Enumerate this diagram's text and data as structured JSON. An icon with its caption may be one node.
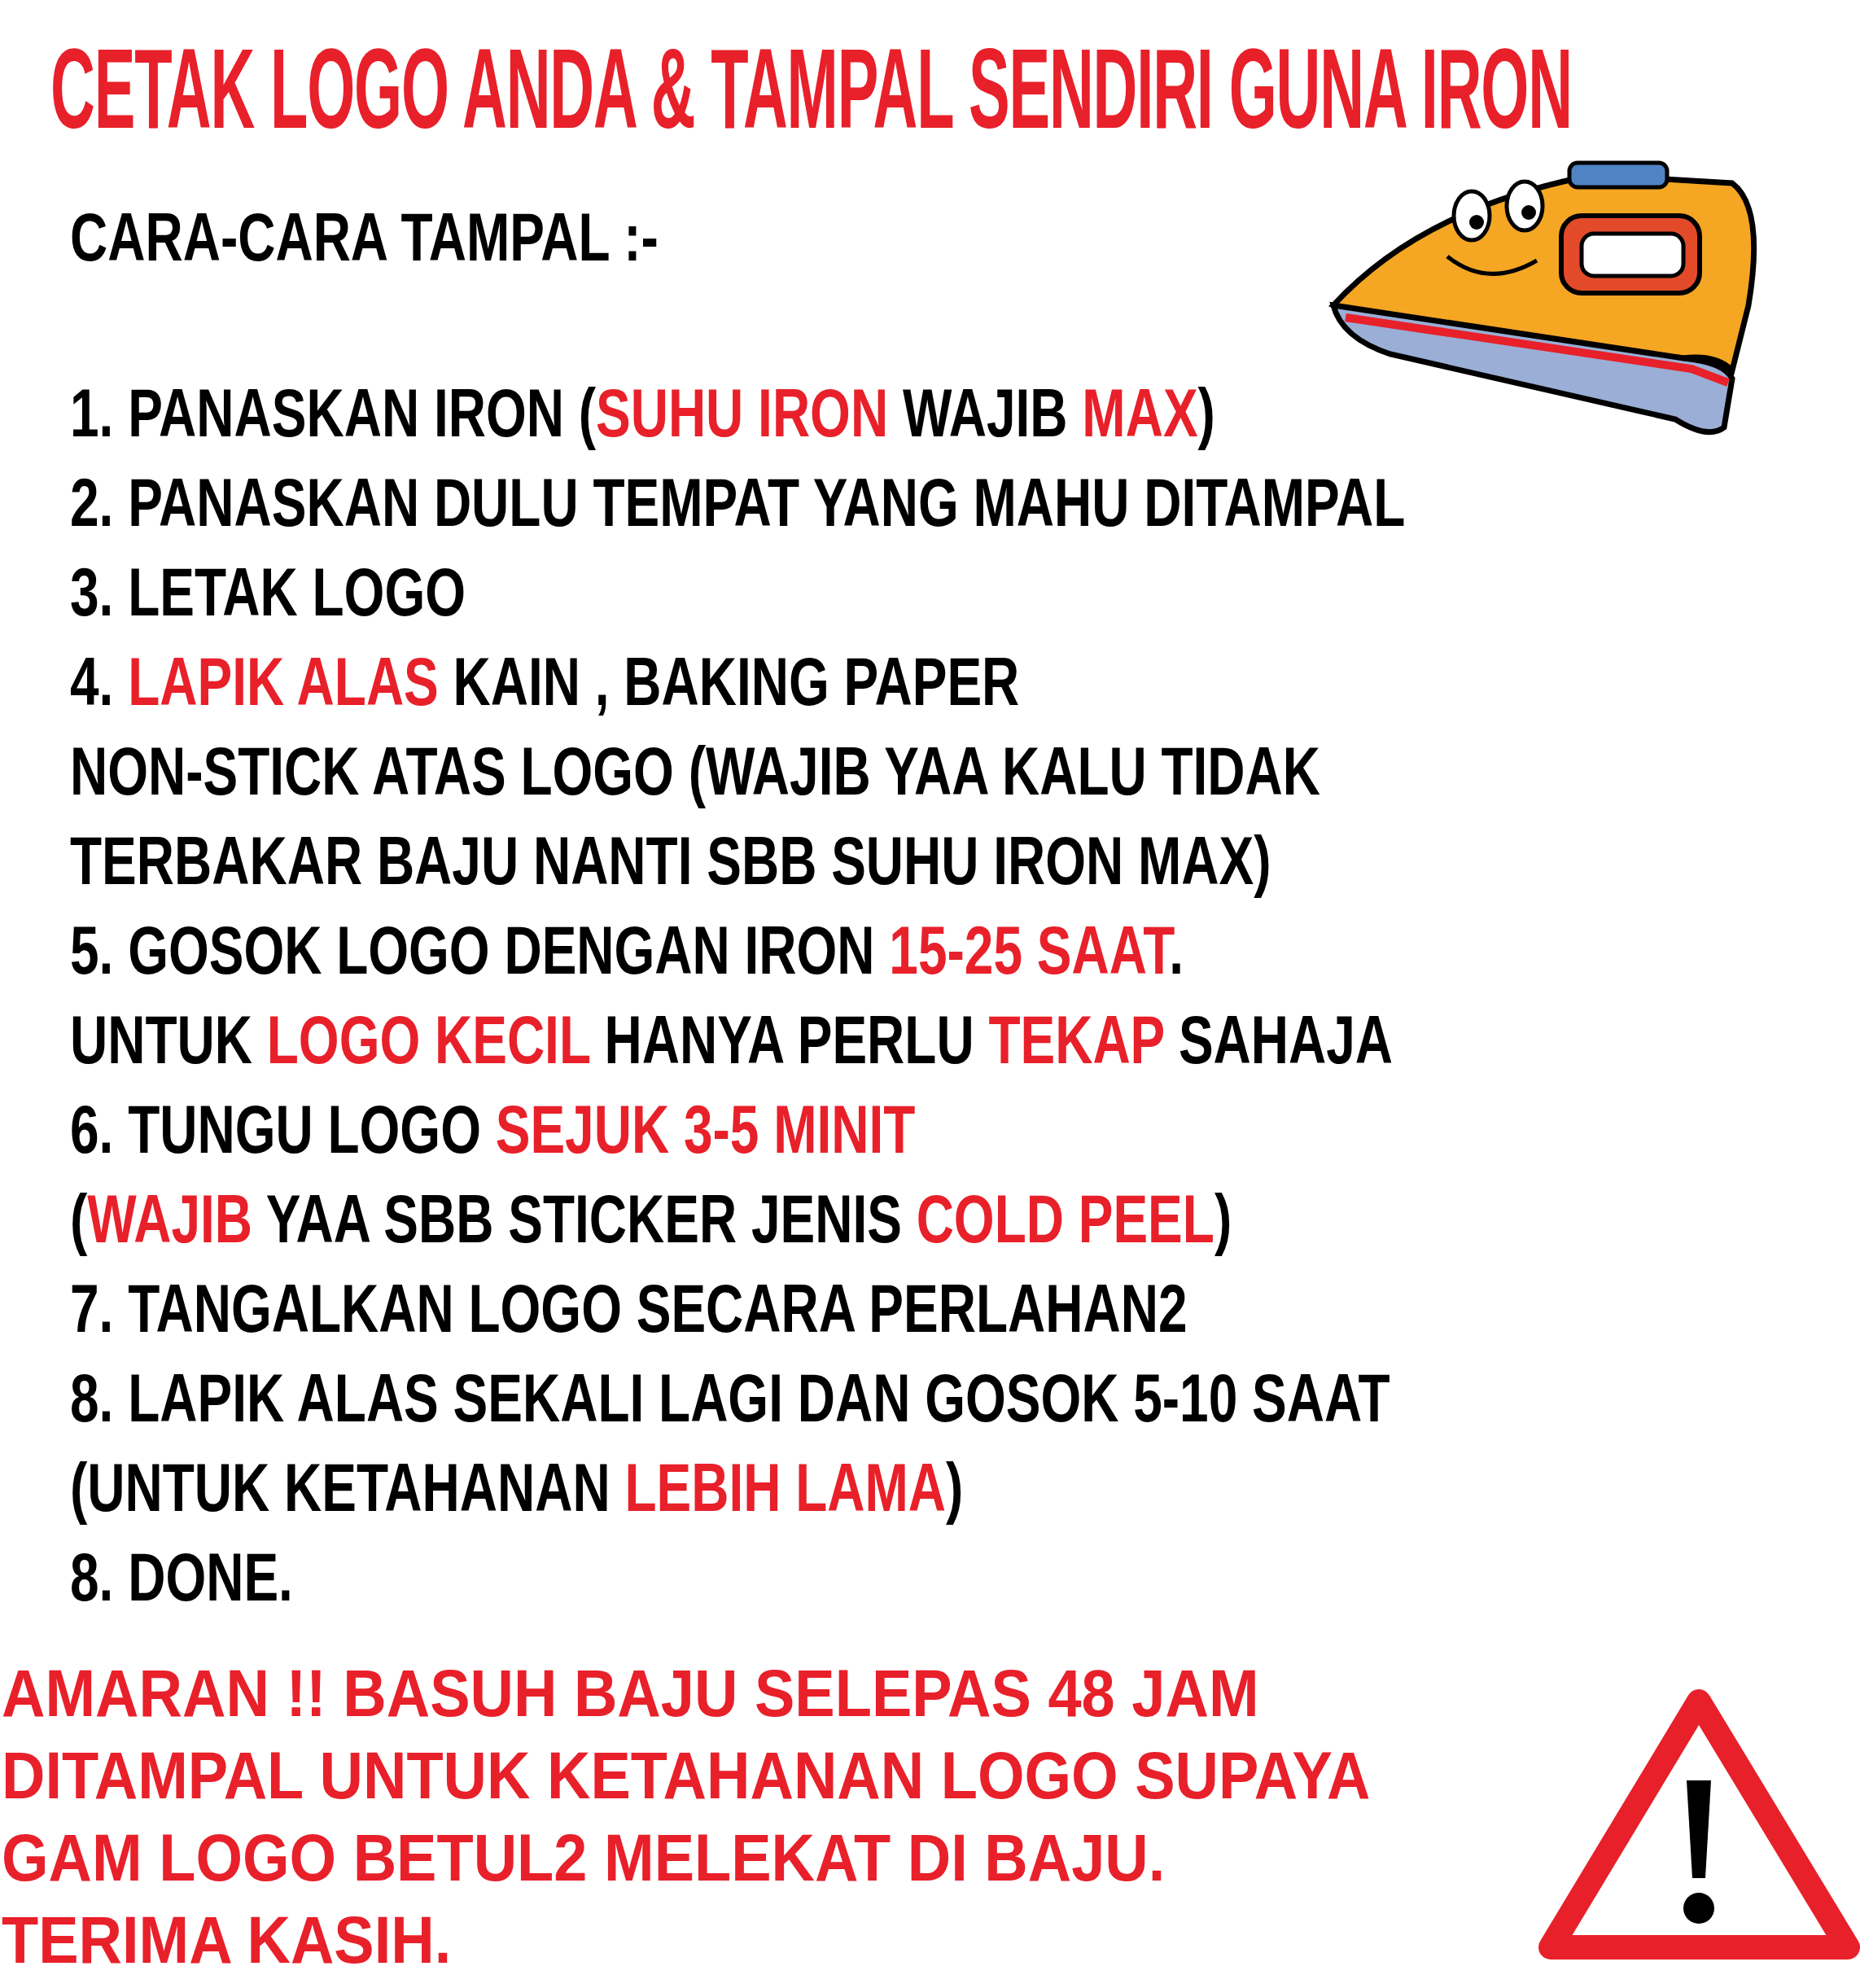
{
  "diagram": {
    "title": "CETAK LOGO ANDA & TAMPAL SENDIRI GUNA IRON",
    "labels": [
      "CARA-CARA TAMPAL :-",
      "1. PANASKAN IRON (**SUHU IRON** WAJIB **MAX**)",
      "2. PANASKAN DULU TEMPAT YANG MAHU DITAMPAL",
      "3. LETAK LOGO",
      "4. **LAPIK ALAS** KAIN , BAKING PAPER",
      "NON-STICK ATAS LOGO (WAJIB YAA KALU TIDAK",
      "TERBAKAR BAJU NANTI SBB SUHU IRON MAX)",
      "5. GOSOK LOGO DENGAN IRON **15-25 SAAT**.",
      "UNTUK **LOGO KECIL** HANYA PERLU **TEKAP** SAHAJA",
      "6. TUNGU LOGO **SEJUK 3-5 MINIT**",
      "(**WAJIB** YAA SBB STICKER JENIS **COLD PEEL**)",
      "7. TANGALKAN LOGO SECARA PERLAHAN2",
      "8. LAPIK ALAS SEKALI LAGI DAN GOSOK 5-10 SAAT",
      "(UNTUK KETAHANAN **LEBIH LAMA**)",
      "8. DONE.",
      "AMARAN !! BASUH BAJU SELEPAS 48 JAM",
      "DITAMPAL UNTUK KETAHANAN LOGO SUPAYA",
      "GAM LOGO BETUL2 MELEKAT DI BAJU.",
      "TERIMA KASIH."
    ]
  }
}
